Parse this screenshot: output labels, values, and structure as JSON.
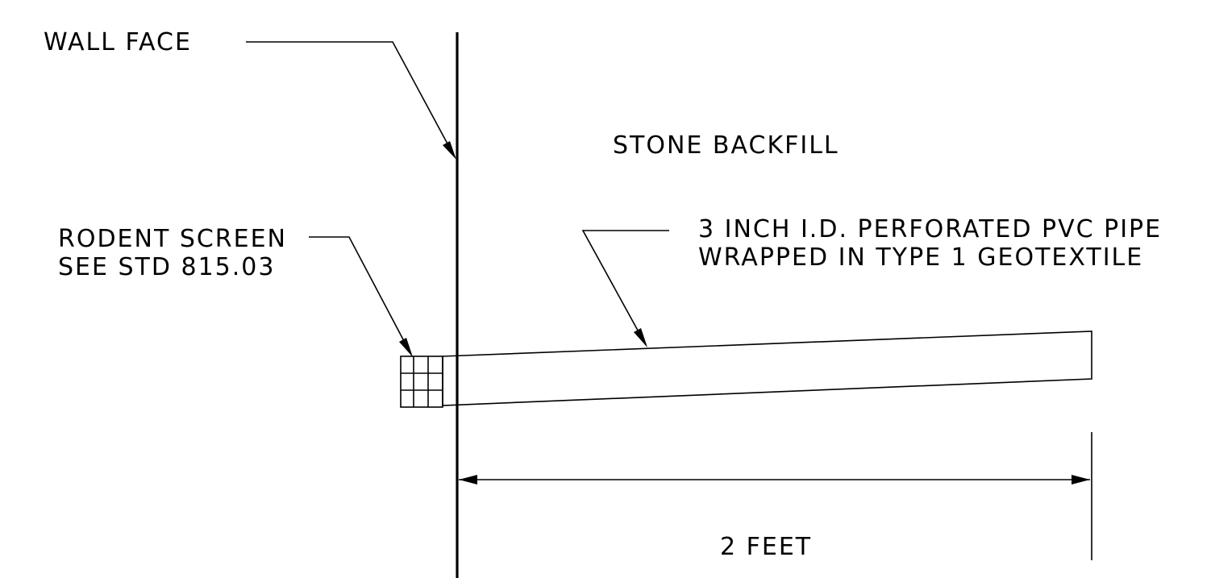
{
  "labels": {
    "wall_face": "WALL FACE",
    "stone_backfill": "STONE BACKFILL",
    "pipe_line1": "3 INCH I.D. PERFORATED PVC PIPE",
    "pipe_line2": "WRAPPED IN TYPE 1 GEOTEXTILE",
    "rodent_line1": "RODENT SCREEN",
    "rodent_line2": "SEE STD 815.03",
    "dimension": "2 FEET"
  },
  "colors": {
    "ink": "#000000",
    "background": "#ffffff"
  }
}
